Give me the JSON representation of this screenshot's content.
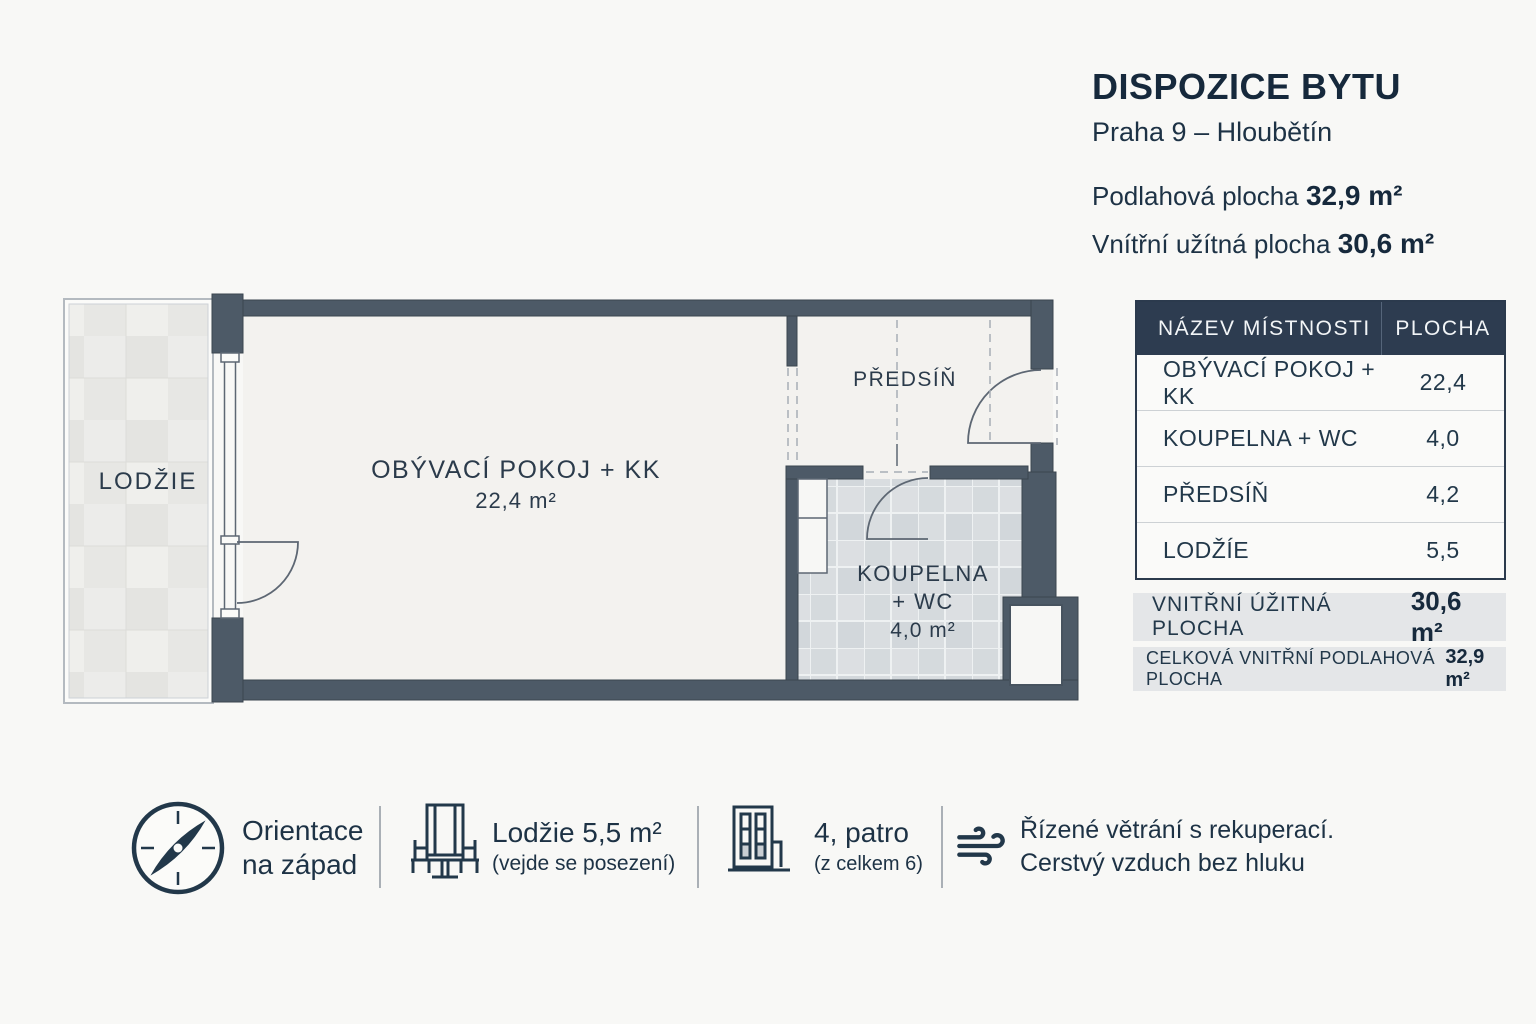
{
  "header": {
    "title": "DISPOZICE BYTU",
    "subtitle": "Praha 9 – Hloubětín",
    "floor_area_label": "Podlahová plocha",
    "floor_area_value": "32,9 m²",
    "usable_area_label": "Vnítřní užítná plocha",
    "usable_area_value": "30,6 m²"
  },
  "plan": {
    "loggia_label": "LODŽIE",
    "living_label": "OBÝVACÍ POKOJ + KK",
    "living_area": "22,4 m²",
    "hall_label": "PŘEDSÍŇ",
    "bath_label_line1": "KOUPELNA",
    "bath_label_line2": "+ WC",
    "bath_area": "4,0 m²"
  },
  "table": {
    "header": {
      "name": "NÁZEV MÍSTNOSTI",
      "area": "PLOCHA"
    },
    "rows": [
      {
        "name": "OBÝVACÍ POKOJ + KK",
        "area": "22,4"
      },
      {
        "name": "KOUPELNA + WC",
        "area": "4,0"
      },
      {
        "name": "PŘEDSÍŇ",
        "area": "4,2"
      },
      {
        "name": "LODŽÍE",
        "area": "5,5"
      }
    ]
  },
  "summary": {
    "usable_label": "VNITŘNÍ ÚŽITNÁ PLOCHA",
    "usable_value": "30,6 m²",
    "total_label": "CELKOVÁ VNITŘNÍ PODLAHOVÁ PLOCHA",
    "total_value": "32,9 m²"
  },
  "legend": {
    "orientation_line1": "Orientace",
    "orientation_line2": "na západ",
    "loggia_line1": "Lodžie 5,5 m²",
    "loggia_line2": "(vejde se posezení)",
    "floor_line1": "4, patro",
    "floor_line2": "(z celkem 6)",
    "vent_line1": "Řízené větrání s rekuperací.",
    "vent_line2": "Cerstvý vzduch bez hluku"
  },
  "colors": {
    "wall": "#4d5a67",
    "header_navy": "#2d3c50",
    "text_navy": "#1d3245",
    "floor": "#f3f2ef",
    "tile": "#d9dde0",
    "loggia_tile": "#e9e9e6",
    "summary_bg": "#e4e6e8"
  }
}
